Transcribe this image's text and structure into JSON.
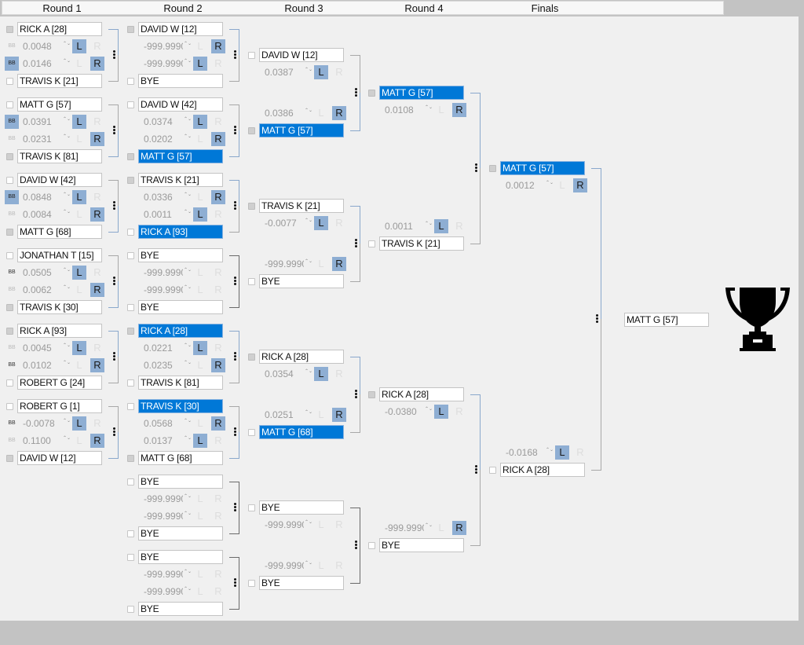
{
  "header": {
    "rounds": [
      "Round 1",
      "Round 2",
      "Round 3",
      "Round 4",
      "Finals"
    ]
  },
  "rounds": [
    {
      "matches": [
        {
          "top": {
            "name": "RICK A [28]",
            "checked": true,
            "highlighted": false
          },
          "top_score": {
            "value": "0.0048",
            "bb": "off",
            "active": "L"
          },
          "bottom_score": {
            "value": "0.0146",
            "bb": "on",
            "active": "R"
          },
          "bottom": {
            "name": "TRAVIS K [21]",
            "checked": false,
            "highlighted": false
          }
        },
        {
          "top": {
            "name": "MATT G [57]",
            "checked": false,
            "highlighted": false
          },
          "top_score": {
            "value": "0.0391",
            "bb": "on",
            "active": "L"
          },
          "bottom_score": {
            "value": "0.0231",
            "bb": "off",
            "active": "R"
          },
          "bottom": {
            "name": "TRAVIS K [81]",
            "checked": true,
            "highlighted": false
          }
        },
        {
          "top": {
            "name": "DAVID W [42]",
            "checked": false,
            "highlighted": false
          },
          "top_score": {
            "value": "0.0848",
            "bb": "on",
            "active": "L"
          },
          "bottom_score": {
            "value": "0.0084",
            "bb": "off",
            "active": "R"
          },
          "bottom": {
            "name": "MATT G [68]",
            "checked": true,
            "highlighted": false
          }
        },
        {
          "top": {
            "name": "JONATHAN T [15]",
            "checked": false,
            "highlighted": false
          },
          "top_score": {
            "value": "0.0505",
            "bb": "dark",
            "active": "L"
          },
          "bottom_score": {
            "value": "0.0062",
            "bb": "off",
            "active": "R"
          },
          "bottom": {
            "name": "TRAVIS K [30]",
            "checked": true,
            "highlighted": false
          }
        },
        {
          "top": {
            "name": "RICK A [93]",
            "checked": true,
            "highlighted": false
          },
          "top_score": {
            "value": "0.0045",
            "bb": "off",
            "active": "L"
          },
          "bottom_score": {
            "value": "0.0102",
            "bb": "dark",
            "active": "R"
          },
          "bottom": {
            "name": "ROBERT G [24]",
            "checked": false,
            "highlighted": false
          }
        },
        {
          "top": {
            "name": "ROBERT G [1]",
            "checked": false,
            "highlighted": false
          },
          "top_score": {
            "value": "-0.0078",
            "bb": "dark",
            "active": "L"
          },
          "bottom_score": {
            "value": "0.1100",
            "bb": "off",
            "active": "R"
          },
          "bottom": {
            "name": "DAVID W [12]",
            "checked": true,
            "highlighted": false
          }
        }
      ]
    },
    {
      "matches": [
        {
          "top": {
            "name": "DAVID W [12]",
            "checked": true,
            "highlighted": false
          },
          "top_score": {
            "value": "-999.9990",
            "active": "R"
          },
          "bottom_score": {
            "value": "-999.9990",
            "active": "L"
          },
          "bottom": {
            "name": "BYE",
            "checked": false,
            "highlighted": false
          }
        },
        {
          "top": {
            "name": "DAVID W [42]",
            "checked": false,
            "highlighted": false
          },
          "top_score": {
            "value": "0.0374",
            "active": "L"
          },
          "bottom_score": {
            "value": "0.0202",
            "active": "R"
          },
          "bottom": {
            "name": "MATT G [57]",
            "checked": true,
            "highlighted": true
          }
        },
        {
          "top": {
            "name": "TRAVIS K [21]",
            "checked": true,
            "highlighted": false
          },
          "top_score": {
            "value": "0.0336",
            "active": "R"
          },
          "bottom_score": {
            "value": "0.0011",
            "active": "L"
          },
          "bottom": {
            "name": "RICK A [93]",
            "checked": false,
            "highlighted": true
          }
        },
        {
          "top": {
            "name": "BYE",
            "checked": false,
            "highlighted": false
          },
          "top_score": {
            "value": "-999.9990",
            "active": ""
          },
          "bottom_score": {
            "value": "-999.9990",
            "active": ""
          },
          "bottom": {
            "name": "BYE",
            "checked": false,
            "highlighted": false
          }
        },
        {
          "top": {
            "name": "RICK A [28]",
            "checked": true,
            "highlighted": true
          },
          "top_score": {
            "value": "0.0221",
            "active": "L"
          },
          "bottom_score": {
            "value": "0.0235",
            "active": "R"
          },
          "bottom": {
            "name": "TRAVIS K [81]",
            "checked": false,
            "highlighted": false
          }
        },
        {
          "top": {
            "name": "TRAVIS K [30]",
            "checked": false,
            "highlighted": true
          },
          "top_score": {
            "value": "0.0568",
            "active": "R"
          },
          "bottom_score": {
            "value": "0.0137",
            "active": "L"
          },
          "bottom": {
            "name": "MATT G [68]",
            "checked": true,
            "highlighted": false
          }
        },
        {
          "top": {
            "name": "BYE",
            "checked": false,
            "highlighted": false
          },
          "top_score": {
            "value": "-999.9990",
            "active": ""
          },
          "bottom_score": {
            "value": "-999.9990",
            "active": ""
          },
          "bottom": {
            "name": "BYE",
            "checked": false,
            "highlighted": false
          }
        },
        {
          "top": {
            "name": "BYE",
            "checked": false,
            "highlighted": false
          },
          "top_score": {
            "value": "-999.9990",
            "active": ""
          },
          "bottom_score": {
            "value": "-999.9990",
            "active": ""
          },
          "bottom": {
            "name": "BYE",
            "checked": false,
            "highlighted": false
          }
        }
      ]
    },
    {
      "matches": [
        {
          "top": {
            "name": "DAVID W [12]",
            "checked": false,
            "highlighted": false
          },
          "top_score": {
            "value": "0.0387",
            "active": "L"
          },
          "bottom_score": {
            "value": "0.0386",
            "active": "R"
          },
          "bottom": {
            "name": "MATT G [57]",
            "checked": true,
            "highlighted": true
          }
        },
        {
          "top": {
            "name": "TRAVIS K [21]",
            "checked": true,
            "highlighted": false
          },
          "top_score": {
            "value": "-0.0077",
            "active": "L"
          },
          "bottom_score": {
            "value": "-999.9990",
            "active": "R"
          },
          "bottom": {
            "name": "BYE",
            "checked": false,
            "highlighted": false
          }
        },
        {
          "top": {
            "name": "RICK A [28]",
            "checked": true,
            "highlighted": false
          },
          "top_score": {
            "value": "0.0354",
            "active": "L"
          },
          "bottom_score": {
            "value": "0.0251",
            "active": "R"
          },
          "bottom": {
            "name": "MATT G [68]",
            "checked": false,
            "highlighted": true
          }
        },
        {
          "top": {
            "name": "BYE",
            "checked": false,
            "highlighted": false
          },
          "top_score": {
            "value": "-999.9990",
            "active": ""
          },
          "bottom_score": {
            "value": "-999.9990",
            "active": ""
          },
          "bottom": {
            "name": "BYE",
            "checked": false,
            "highlighted": false
          }
        }
      ]
    },
    {
      "matches": [
        {
          "top": {
            "name": "MATT G [57]",
            "checked": true,
            "highlighted": true
          },
          "top_score": {
            "value": "0.0108",
            "active": "R"
          },
          "bottom_score": {
            "value": "0.0011",
            "active": "L"
          },
          "bottom": {
            "name": "TRAVIS K [21]",
            "checked": false,
            "highlighted": false
          }
        },
        {
          "top": {
            "name": "RICK A [28]",
            "checked": true,
            "highlighted": false
          },
          "top_score": {
            "value": "-0.0380",
            "active": "L"
          },
          "bottom_score": {
            "value": "-999.9990",
            "active": "R"
          },
          "bottom": {
            "name": "BYE",
            "checked": false,
            "highlighted": false
          }
        }
      ]
    },
    {
      "matches": [
        {
          "top": {
            "name": "MATT G [57]",
            "checked": true,
            "highlighted": true
          },
          "top_score": {
            "value": "0.0012",
            "active": "R"
          },
          "bottom_score": {
            "value": "-0.0168",
            "active": "L"
          },
          "bottom": {
            "name": "RICK A [28]",
            "checked": false,
            "highlighted": false
          }
        }
      ]
    }
  ],
  "buttons": {
    "left": "L",
    "right": "R",
    "bb": "BB",
    "spinner": "⌃⌄"
  },
  "champion": {
    "name": "MATT G [57]",
    "icon": "trophy-icon"
  },
  "colors": {
    "highlight": "#0078d7",
    "active_button": "#8eaed3",
    "winner_line": "#8aa8cc"
  }
}
